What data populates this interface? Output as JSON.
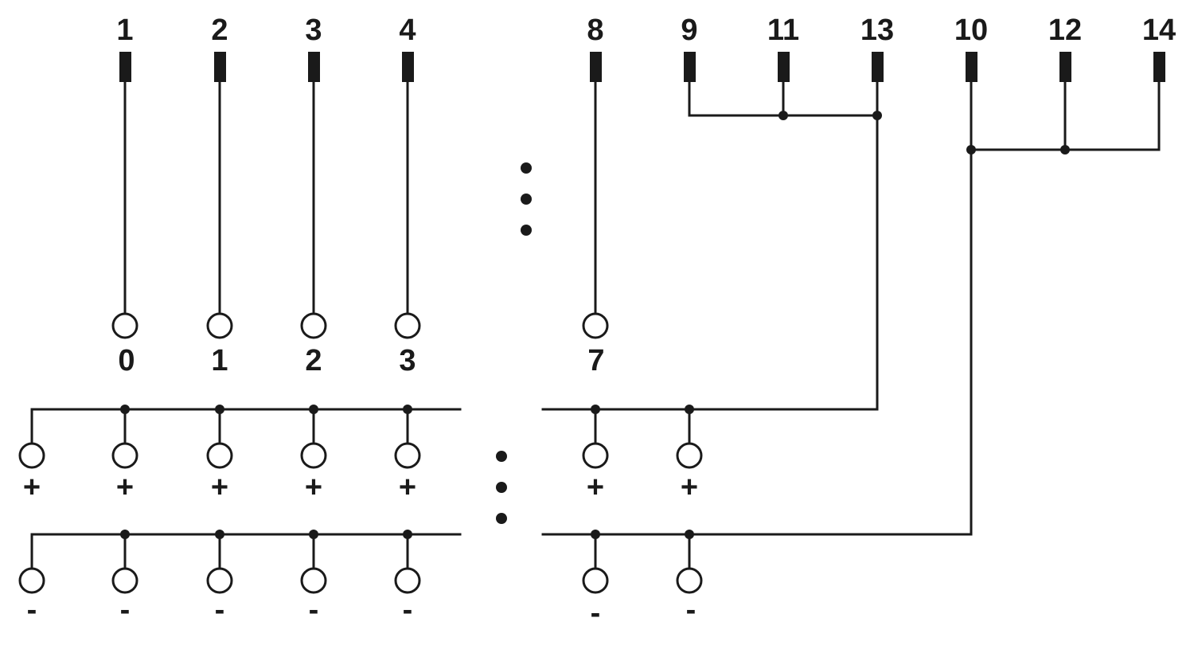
{
  "pins_top": [
    {
      "label": "1"
    },
    {
      "label": "2"
    },
    {
      "label": "3"
    },
    {
      "label": "4"
    },
    {
      "label": "8"
    },
    {
      "label": "9"
    },
    {
      "label": "11"
    },
    {
      "label": "13"
    },
    {
      "label": "10"
    },
    {
      "label": "12"
    },
    {
      "label": "14"
    }
  ],
  "channels": [
    {
      "label": "0"
    },
    {
      "label": "1"
    },
    {
      "label": "2"
    },
    {
      "label": "3"
    },
    {
      "label": "7"
    }
  ],
  "plus_terminals": [
    {
      "sign": "+"
    },
    {
      "sign": "+"
    },
    {
      "sign": "+"
    },
    {
      "sign": "+"
    },
    {
      "sign": "+"
    },
    {
      "sign": "+"
    },
    {
      "sign": "+"
    }
  ],
  "minus_terminals": [
    {
      "sign": "-"
    },
    {
      "sign": "-"
    },
    {
      "sign": "-"
    },
    {
      "sign": "-"
    },
    {
      "sign": "-"
    },
    {
      "sign": "-"
    },
    {
      "sign": "-"
    }
  ]
}
